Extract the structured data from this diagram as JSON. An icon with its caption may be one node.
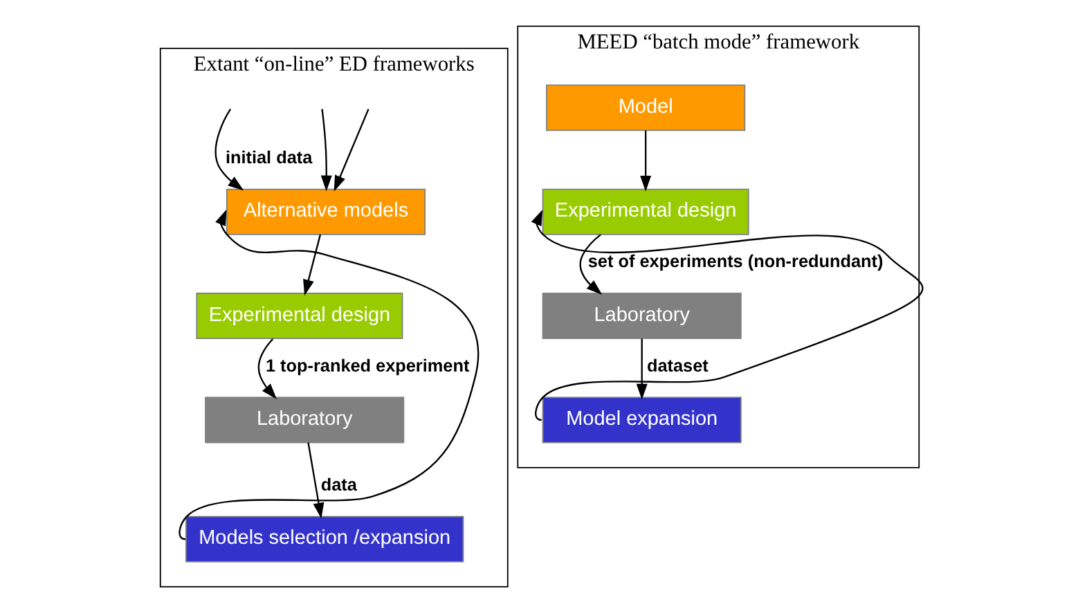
{
  "diagram": {
    "nodes": [
      {
        "text": [
          "Extant “on-line” ED frameworks"
        ]
      },
      {
        "text": [
          "Alternative models"
        ],
        "in": 0
      },
      {
        "text": [
          "Experimental design"
        ],
        "in": 0
      },
      {
        "text": [
          "Laboratory"
        ],
        "in": 0
      },
      {
        "text": [
          "Models selection /expansion"
        ],
        "in": 0
      },
      {
        "text": [
          "MEED “batch mode” framework"
        ]
      },
      {
        "text": [
          "Model"
        ],
        "in": 5
      },
      {
        "text": [
          "Experimental design"
        ],
        "in": 5
      },
      {
        "text": [
          "Laboratory"
        ],
        "in": 5
      },
      {
        "text": [
          "Model expansion"
        ],
        "in": 5
      }
    ],
    "edges": [
      {
        "from": null,
        "to": 1,
        "arrow": "to"
      },
      {
        "from": null,
        "to": 1,
        "arrow": "to"
      },
      {
        "from": null,
        "to": 1,
        "arrow": "to",
        "label": "initial data"
      },
      {
        "from": 1,
        "to": 2,
        "arrow": "to"
      },
      {
        "from": 2,
        "to": 3,
        "arrow": "to",
        "label": "1 top-ranked experiment"
      },
      {
        "from": 3,
        "to": 4,
        "arrow": "to",
        "label": "data"
      },
      {
        "from": 4,
        "to": 1,
        "arrow": "to"
      },
      {
        "from": 6,
        "to": 7,
        "arrow": "to"
      },
      {
        "from": 7,
        "to": 8,
        "arrow": "to",
        "label": "set of experiments (non-redundant)"
      },
      {
        "from": 8,
        "to": 9,
        "arrow": "to",
        "label": "dataset"
      },
      {
        "from": 9,
        "to": 7,
        "arrow": "to"
      }
    ]
  }
}
